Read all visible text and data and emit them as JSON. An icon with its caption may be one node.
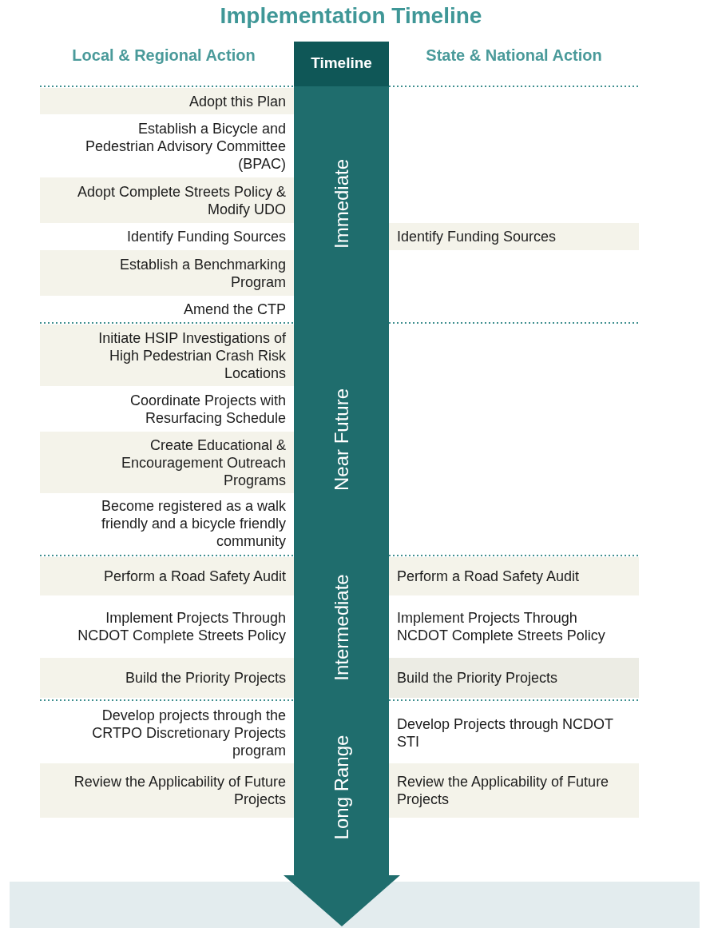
{
  "diagram": {
    "title": "Implementation Timeline",
    "nodes": [
      {
        "text": [
          "Timeline",
          "Immediate",
          "Near Future",
          "Intermediate",
          "Long Range"
        ]
      },
      {
        "text": [
          "Adopt this Plan"
        ]
      },
      {
        "text": [
          "Establish a Bicycle and Pedestrian Advisory Committee (BPAC)"
        ]
      },
      {
        "text": [
          "Adopt Complete Streets Policy & Modify UDO"
        ]
      },
      {
        "text": [
          "Identify Funding Sources"
        ]
      },
      {
        "text": [
          "Identify Funding Sources"
        ]
      },
      {
        "text": [
          "Establish a Benchmarking Program"
        ]
      },
      {
        "text": [
          "Amend the CTP"
        ]
      },
      {
        "text": [
          "Initiate HSIP Investigations of High Pedestrian Crash Risk Locations"
        ]
      },
      {
        "text": [
          "Coordinate Projects with Resurfacing Schedule"
        ]
      },
      {
        "text": [
          "Create Educational & Encouragement Outreach Programs"
        ]
      },
      {
        "text": [
          "Become registered as a walk friendly and a bicycle friendly community"
        ]
      },
      {
        "text": [
          "Perform a Road Safety Audit"
        ]
      },
      {
        "text": [
          "Perform a Road Safety Audit"
        ]
      },
      {
        "text": [
          "Implement Projects Through NCDOT Complete Streets Policy"
        ]
      },
      {
        "text": [
          "Implement Projects Through NCDOT Complete Streets Policy"
        ]
      },
      {
        "text": [
          "Build the Priority Projects"
        ]
      },
      {
        "text": [
          "Build the Priority Projects"
        ]
      },
      {
        "text": [
          "Develop projects through the CRTPO Discretionary Projects program"
        ]
      },
      {
        "text": [
          "Develop Projects through NCDOT STI"
        ]
      },
      {
        "text": [
          "Review the Applicability of Future Projects"
        ]
      },
      {
        "text": [
          "Review the Applicability of Future Projects"
        ]
      },
      {
        "text": [],
        "shape": "bar"
      }
    ],
    "labels": [
      "Local & Regional Action",
      "State & National Action"
    ]
  }
}
